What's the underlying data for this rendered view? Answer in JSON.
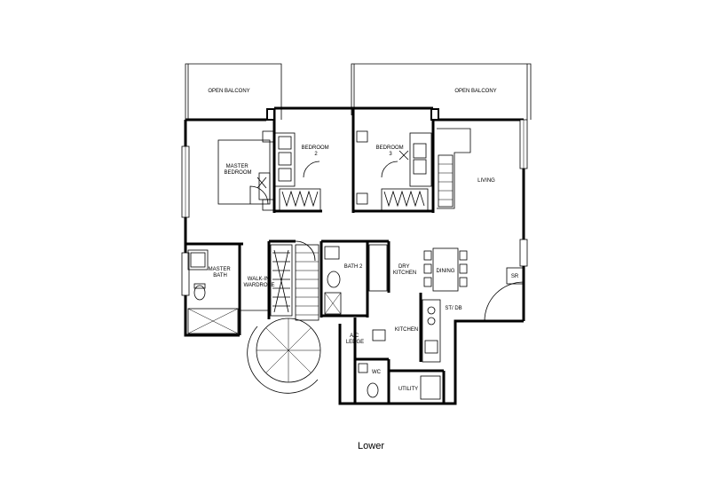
{
  "caption": "Lower",
  "rooms": {
    "open_balcony_left": "OPEN BALCONY",
    "open_balcony_right": "OPEN BALCONY",
    "master_bedroom": [
      "MASTER",
      "BEDROOM"
    ],
    "bedroom_2": [
      "BEDROOM",
      "2"
    ],
    "bedroom_3": [
      "BEDROOM",
      "3"
    ],
    "living": "LIVING",
    "master_bath": [
      "MASTER",
      "BATH"
    ],
    "walk_in_wardrobe": [
      "WALK-IN",
      "WARDROBE"
    ],
    "bath_2": "BATH 2",
    "dry_kitchen": [
      "DRY",
      "KITCHEN"
    ],
    "dining": "DINING",
    "sr": "SR",
    "st_db": "ST/ DB",
    "kitchen": "KITCHEN",
    "ac_ledge": [
      "A/C",
      "LEDGE"
    ],
    "wc": "WC",
    "utility": "UTILITY"
  }
}
